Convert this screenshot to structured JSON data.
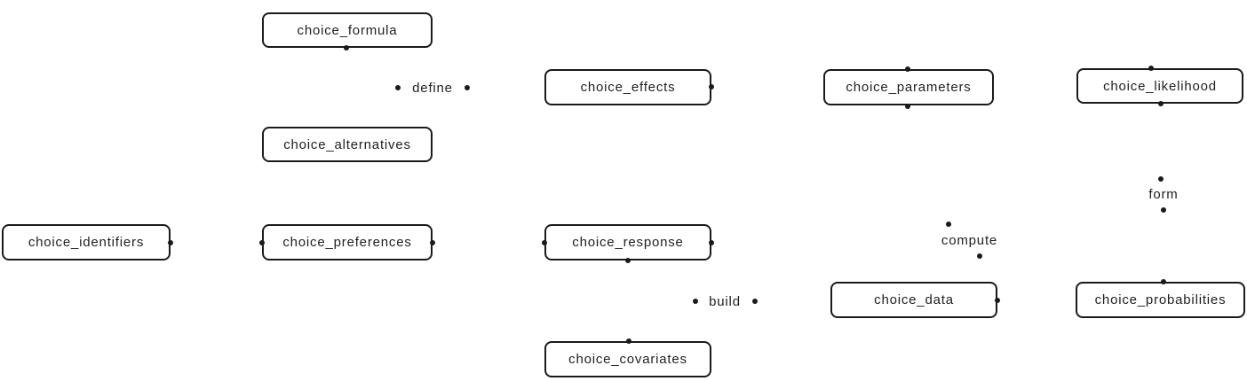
{
  "diagram": {
    "nodes": [
      {
        "id": "choice_formula",
        "label": "choice_formula"
      },
      {
        "id": "choice_effects",
        "label": "choice_effects"
      },
      {
        "id": "choice_parameters",
        "label": "choice_parameters"
      },
      {
        "id": "choice_likelihood",
        "label": "choice_likelihood"
      },
      {
        "id": "choice_alternatives",
        "label": "choice_alternatives"
      },
      {
        "id": "choice_identifiers",
        "label": "choice_identifiers"
      },
      {
        "id": "choice_preferences",
        "label": "choice_preferences"
      },
      {
        "id": "choice_response",
        "label": "choice_response"
      },
      {
        "id": "choice_data",
        "label": "choice_data"
      },
      {
        "id": "choice_probabilities",
        "label": "choice_probabilities"
      },
      {
        "id": "choice_covariates",
        "label": "choice_covariates"
      }
    ],
    "edge_labels": [
      {
        "id": "define",
        "label": "define"
      },
      {
        "id": "form",
        "label": "form"
      },
      {
        "id": "compute",
        "label": "compute"
      },
      {
        "id": "build",
        "label": "build"
      }
    ],
    "colors": {
      "background": "#ffffff",
      "node_fill": "#ffffff",
      "node_border": "#1a1a1a",
      "text": "#1f1f1f",
      "connector": "#1a1a1a"
    }
  }
}
